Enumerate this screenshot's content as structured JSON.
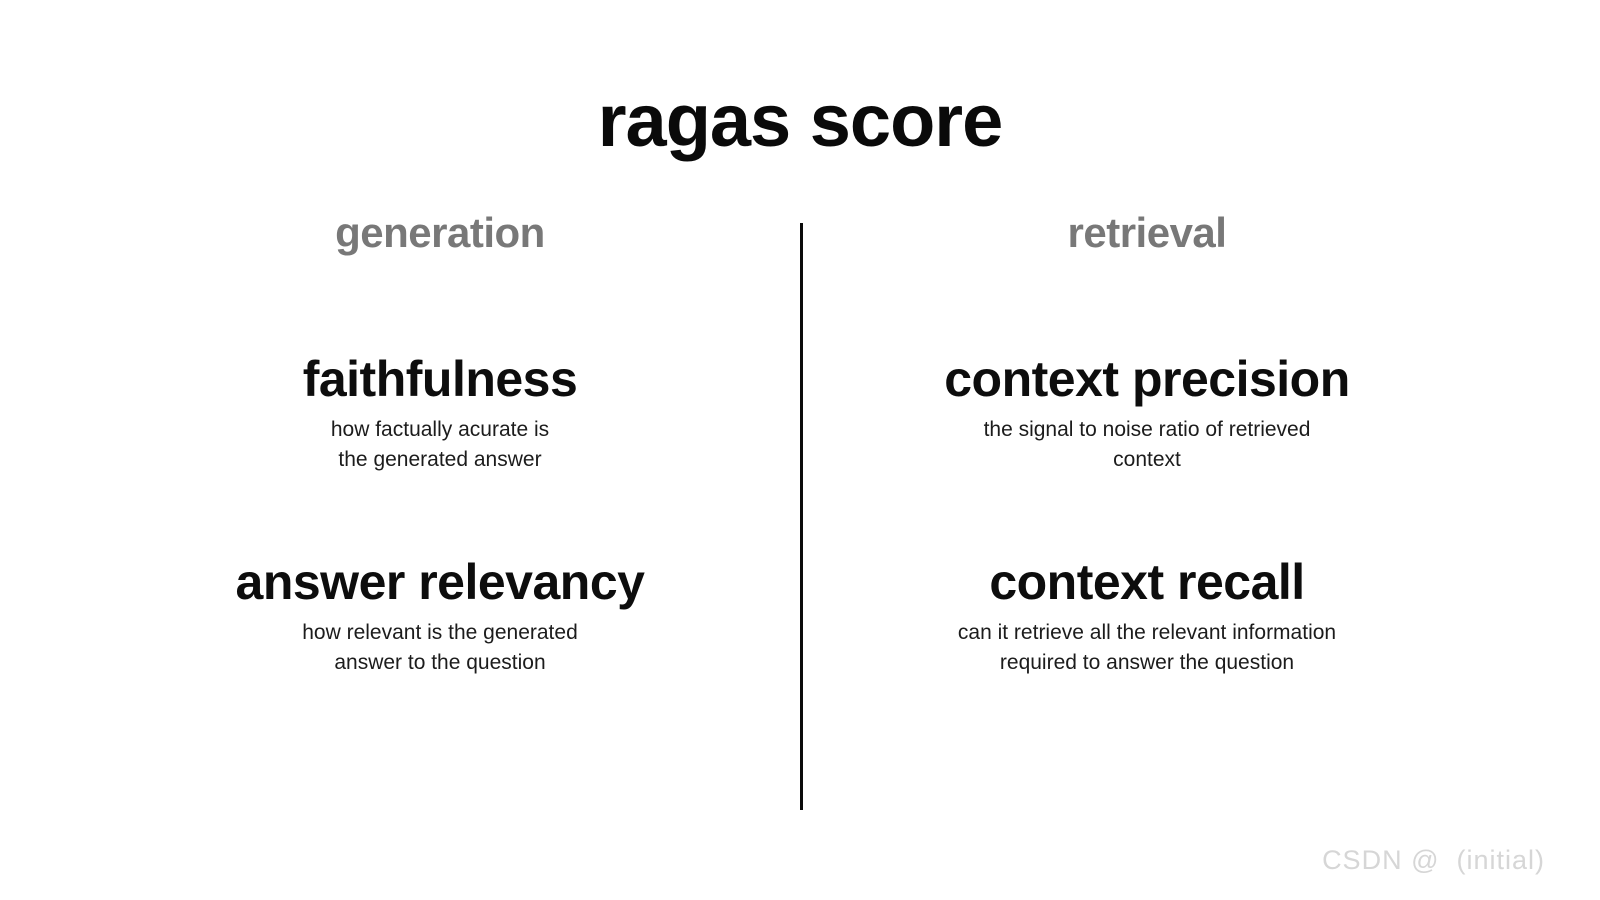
{
  "title": "ragas score",
  "columns": [
    {
      "header": "generation",
      "items": [
        {
          "name": "faithfulness",
          "description": "how factually acurate is\nthe generated answer"
        },
        {
          "name": "answer relevancy",
          "description": "how relevant is the generated\nanswer to the question"
        }
      ]
    },
    {
      "header": "retrieval",
      "items": [
        {
          "name": "context precision",
          "description": "the signal to noise ratio of retrieved\ncontext"
        },
        {
          "name": "context recall",
          "description": "can it retrieve all the relevant information\nrequired to answer the question"
        }
      ]
    }
  ],
  "watermark": "CSDN @  (initial)",
  "colors": {
    "background": "#ffffff",
    "title": "#0a0a0a",
    "column_header": "#787878",
    "metric_name": "#0d0d0d",
    "description": "#1c1c1c",
    "divider": "#0a0a0a",
    "watermark": "#d6d6d6"
  }
}
